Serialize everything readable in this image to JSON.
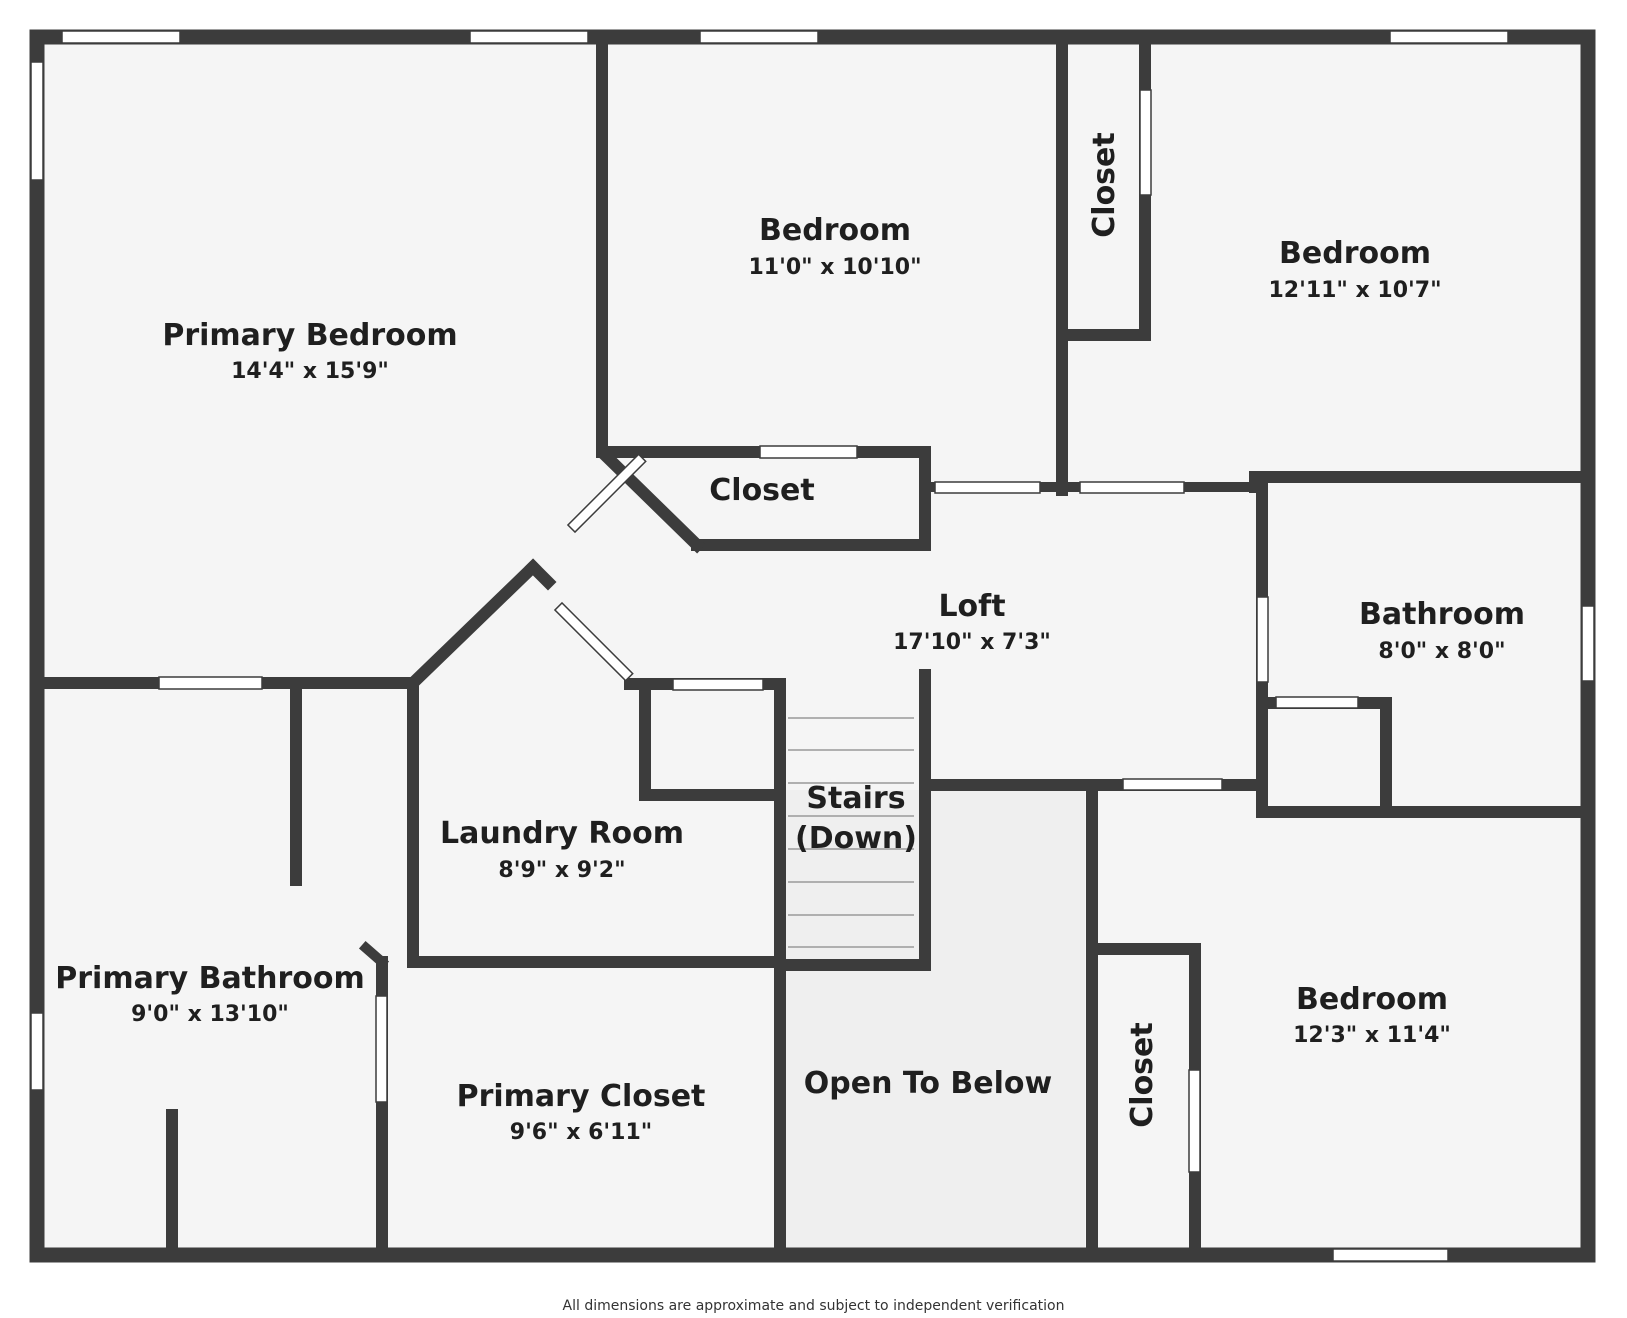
{
  "colors": {
    "wall": "#3c3c3c",
    "floor": "#f5f5f5",
    "open_to_below": "#efefef",
    "window": "#ffffff",
    "stair_line": "#9a9a9a",
    "text": "#1f1f1f"
  },
  "rooms": {
    "primary_bedroom": {
      "name": "Primary Bedroom",
      "dims": "14'4\" x 15'9\""
    },
    "bedroom_top": {
      "name": "Bedroom",
      "dims": "11'0\" x 10'10\""
    },
    "closet_top_vertical": {
      "name": "Closet"
    },
    "bedroom_top_right": {
      "name": "Bedroom",
      "dims": "12'11\" x 10'7\""
    },
    "closet_mid": {
      "name": "Closet"
    },
    "loft": {
      "name": "Loft",
      "dims": "17'10\" x 7'3\""
    },
    "bathroom": {
      "name": "Bathroom",
      "dims": "8'0\" x 8'0\""
    },
    "stairs": {
      "name_line1": "Stairs",
      "name_line2": "(Down)"
    },
    "laundry_room": {
      "name": "Laundry Room",
      "dims": "8'9\" x 9'2\""
    },
    "primary_bathroom": {
      "name": "Primary Bathroom",
      "dims": "9'0\" x 13'10\""
    },
    "primary_closet": {
      "name": "Primary Closet",
      "dims": "9'6\" x 6'11\""
    },
    "open_to_below": {
      "name": "Open To Below"
    },
    "closet_bottom_vertical": {
      "name": "Closet"
    },
    "bedroom_bottom_right": {
      "name": "Bedroom",
      "dims": "12'3\" x 11'4\""
    }
  },
  "footer": {
    "disclaimer": "All dimensions are approximate and subject to independent verification"
  }
}
